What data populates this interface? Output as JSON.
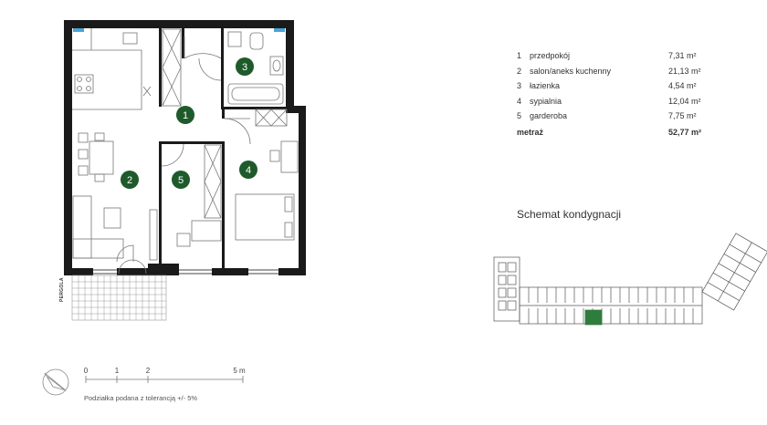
{
  "rooms": [
    {
      "num": "1",
      "name": "przedpokój",
      "area": "7,31 m²"
    },
    {
      "num": "2",
      "name": "salon/aneks kuchenny",
      "area": "21,13 m²"
    },
    {
      "num": "3",
      "name": "łazienka",
      "area": "4,54 m²"
    },
    {
      "num": "4",
      "name": "sypialnia",
      "area": "12,04 m²"
    },
    {
      "num": "5",
      "name": "garderoba",
      "area": "7,75 m²"
    }
  ],
  "total": {
    "label": "metraż",
    "area": "52,77 m²"
  },
  "plan_markers": [
    "1",
    "2",
    "3",
    "4",
    "5"
  ],
  "pergola_label": "PERGOLA",
  "schema_title": "Schemat kondygnacji",
  "scale": {
    "ticks": [
      "0",
      "1",
      "2",
      "5 m"
    ],
    "note": "Podziałka podana z tolerancją +/- 5%"
  },
  "colors": {
    "wall": "#1a1a1a",
    "marker": "#1e5a2b",
    "highlight": "#2e7d3c",
    "line": "#777777"
  }
}
